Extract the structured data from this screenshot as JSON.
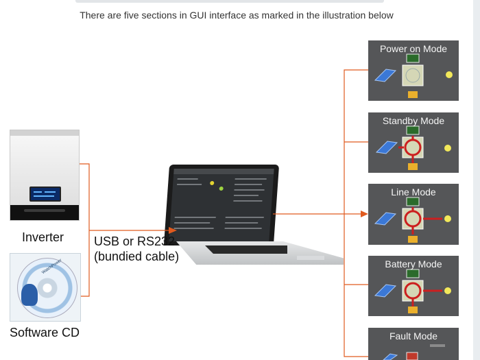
{
  "subtitle": "There are five sections in GUI interface as marked in the illustration below",
  "inverter": {
    "label": "Inverter"
  },
  "software_cd": {
    "label": "Software CD",
    "disc_text": "WatchPower"
  },
  "cable": {
    "line1": "USB or RS232",
    "line2": "(bundied cable)"
  },
  "modes": [
    {
      "title": "Power on Mode",
      "state": "power-on"
    },
    {
      "title": "Standby Mode",
      "state": "standby"
    },
    {
      "title": "Line Mode",
      "state": "line"
    },
    {
      "title": "Battery Mode",
      "state": "battery"
    },
    {
      "title": "Fault Mode",
      "state": "fault"
    }
  ],
  "colors": {
    "connector": "#e05a1e",
    "panel": "#555658",
    "flow": "#cc1f1f"
  },
  "icons": [
    "solar-panel-icon",
    "grid-tower-icon",
    "inverter-icon",
    "battery-icon",
    "bulb-icon"
  ]
}
